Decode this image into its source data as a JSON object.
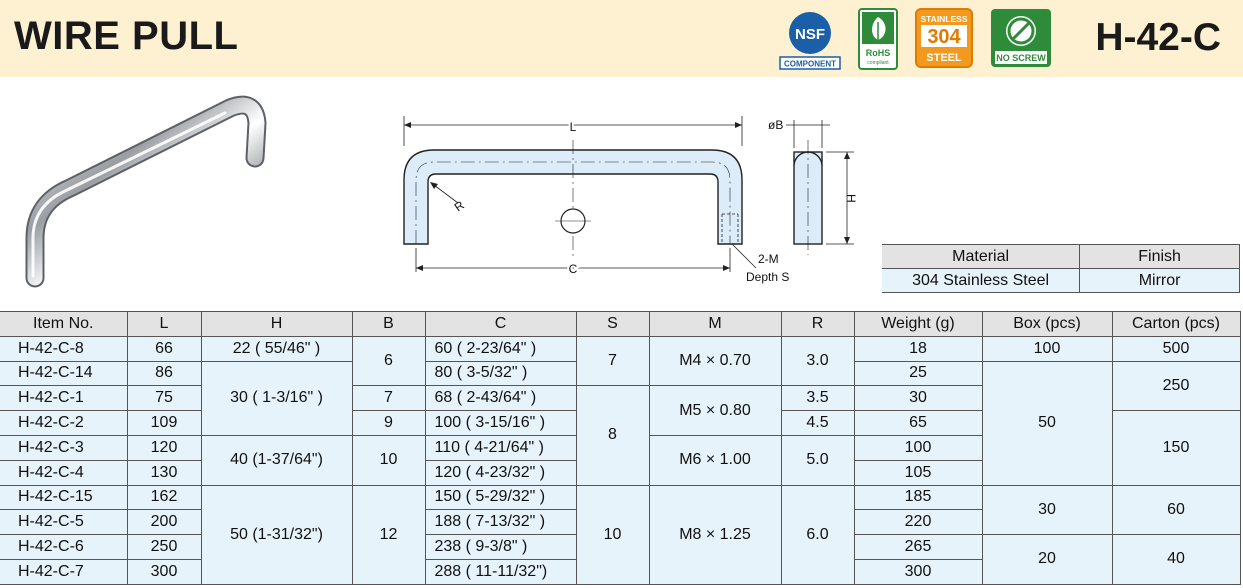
{
  "header": {
    "title": "WIRE PULL",
    "code": "H-42-C",
    "badges": {
      "nsf_top": "NSF",
      "nsf_bottom": "COMPONENT",
      "rohs": "RoHS",
      "rohs_sub": "compliant",
      "stainless_top": "STAINLESS",
      "stainless_mid": "304",
      "stainless_bot": "STEEL",
      "noscrew": "NO SCREW"
    }
  },
  "drawing": {
    "label_L": "L",
    "label_C": "C",
    "label_R": "R",
    "label_B": "øB",
    "label_H": "H",
    "label_M": "2-M",
    "label_S": "Depth S"
  },
  "material_table": {
    "headers": [
      "Material",
      "Finish"
    ],
    "row": [
      "304 Stainless Steel",
      "Mirror"
    ]
  },
  "spec_table": {
    "headers": [
      "Item No.",
      "L",
      "H",
      "B",
      "C",
      "S",
      "M",
      "R",
      "Weight (g)",
      "Box (pcs)",
      "Carton (pcs)"
    ],
    "rows": [
      {
        "item": "H-42-C-8",
        "L": "66",
        "H": "22 ( 55/46\" )",
        "B": "6",
        "C": "60 ( 2-23/64\" )",
        "S": "7",
        "M": "M4 × 0.70",
        "R": "3.0",
        "weight": "18",
        "box": "100",
        "carton": "500"
      },
      {
        "item": "H-42-C-14",
        "L": "86",
        "H": "30 ( 1-3/16\" )",
        "C": "80 ( 3-5/32\" )",
        "weight": "25",
        "box": "50",
        "carton": "250"
      },
      {
        "item": "H-42-C-1",
        "L": "75",
        "B": "7",
        "C": "68 ( 2-43/64\" )",
        "S": "8",
        "M": "M5 × 0.80",
        "R": "3.5",
        "weight": "30"
      },
      {
        "item": "H-42-C-2",
        "L": "109",
        "B": "9",
        "C": "100 ( 3-15/16\" )",
        "R": "4.5",
        "weight": "65",
        "carton": "150"
      },
      {
        "item": "H-42-C-3",
        "L": "120",
        "H": "40 (1-37/64\")",
        "B": "10",
        "C": "110 ( 4-21/64\" )",
        "M": "M6 × 1.00",
        "R": "5.0",
        "weight": "100"
      },
      {
        "item": "H-42-C-4",
        "L": "130",
        "C": "120 ( 4-23/32\" )",
        "weight": "105"
      },
      {
        "item": "H-42-C-15",
        "L": "162",
        "H": "50 (1-31/32\")",
        "B": "12",
        "C": "150 ( 5-29/32\" )",
        "S": "10",
        "M": "M8 × 1.25",
        "R": "6.0",
        "weight": "185",
        "box": "30",
        "carton": "60"
      },
      {
        "item": "H-42-C-5",
        "L": "200",
        "C": "188 ( 7-13/32\" )",
        "weight": "220"
      },
      {
        "item": "H-42-C-6",
        "L": "250",
        "C": "238 ( 9-3/8\" )",
        "weight": "265",
        "box": "20",
        "carton": "40"
      },
      {
        "item": "H-42-C-7",
        "L": "300",
        "C": "288 ( 11-11/32\")",
        "weight": "300"
      }
    ]
  }
}
